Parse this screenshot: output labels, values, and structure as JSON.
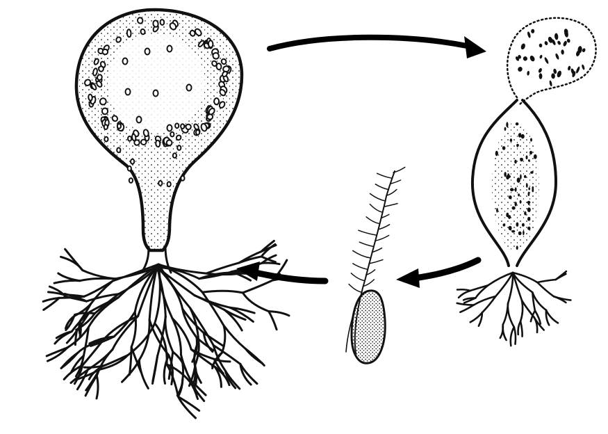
{
  "figure": {
    "background": "#ffffff",
    "ink": "#111111",
    "stages": [
      {
        "id": "mature-cell",
        "icon": "mature-cell-icon"
      },
      {
        "id": "dividing-cell",
        "icon": "dividing-cell-icon"
      },
      {
        "id": "zoospore",
        "icon": "zoospore-icon"
      }
    ],
    "arrows": [
      {
        "id": "arrow-top",
        "icon": "arrow-right-icon"
      },
      {
        "id": "arrow-mid",
        "icon": "arrow-left-icon"
      },
      {
        "id": "arrow-left",
        "icon": "arrow-left-icon"
      }
    ]
  }
}
